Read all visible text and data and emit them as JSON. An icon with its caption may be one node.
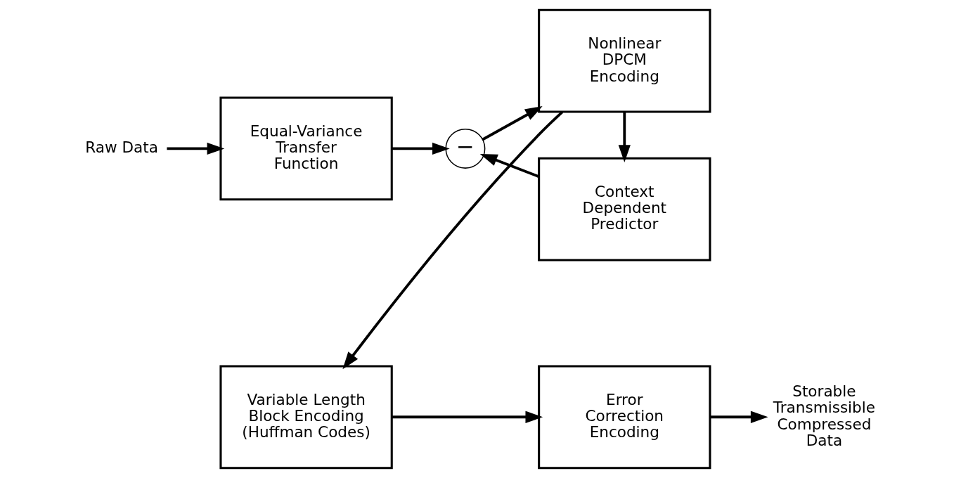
{
  "diagram": {
    "nodes": [
      {
        "text": [
          "Raw Data"
        ]
      },
      {
        "text": [
          "Equal-Variance Transfer Function"
        ]
      },
      {
        "text": [
          "−"
        ]
      },
      {
        "text": [
          "Context Dependent Predictor"
        ]
      },
      {
        "text": [
          "Nonlinear DPCM Encoding"
        ]
      },
      {
        "text": [
          "Variable Length Block Encoding (Huffman Codes)"
        ]
      },
      {
        "text": [
          "Error Correction Encoding"
        ]
      },
      {
        "text": [
          "Storable Transmissible Compressed Data"
        ]
      }
    ],
    "edges": [
      {
        "from": 0,
        "to": 1,
        "arrow": "to"
      },
      {
        "from": 1,
        "to": 2,
        "arrow": "to"
      },
      {
        "from": 3,
        "to": 2,
        "arrow": "to"
      },
      {
        "from": 2,
        "to": 4,
        "arrow": "to"
      },
      {
        "from": 4,
        "to": 3,
        "arrow": "to"
      },
      {
        "from": 4,
        "to": 5,
        "arrow": "to"
      },
      {
        "from": 5,
        "to": 6,
        "arrow": "to"
      },
      {
        "from": 6,
        "to": 7,
        "arrow": "to"
      }
    ]
  }
}
